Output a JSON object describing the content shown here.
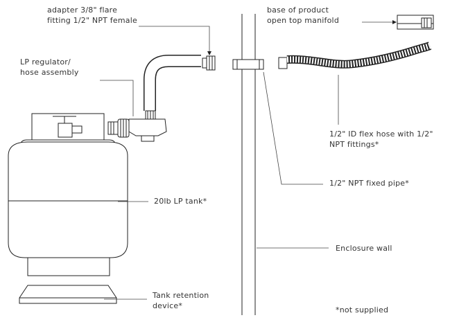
{
  "labels": {
    "adapter_line1": "adapter 3/8\" flare",
    "adapter_line2": "fitting 1/2\" NPT female",
    "base_line1": "base of product",
    "base_line2": "open top manifold",
    "regulator_line1": "LP regulator/",
    "regulator_line2": "hose assembly",
    "flex_line1": "1/2\" ID flex hose with 1/2\"",
    "flex_line2": "NPT fittings*",
    "fixed_pipe": "1/2\" NPT fixed pipe*",
    "tank": "20lb LP tank*",
    "wall": "Enclosure wall",
    "retention_line1": "Tank retention",
    "retention_line2": "device*",
    "footnote": "*not supplied"
  },
  "colors": {
    "line": "#222222",
    "text": "#333333",
    "background": "#ffffff"
  },
  "icons": {
    "valve": "tank-valve-icon",
    "regulator": "regulator-icon",
    "flex_hose": "corrugated-hose-icon"
  }
}
